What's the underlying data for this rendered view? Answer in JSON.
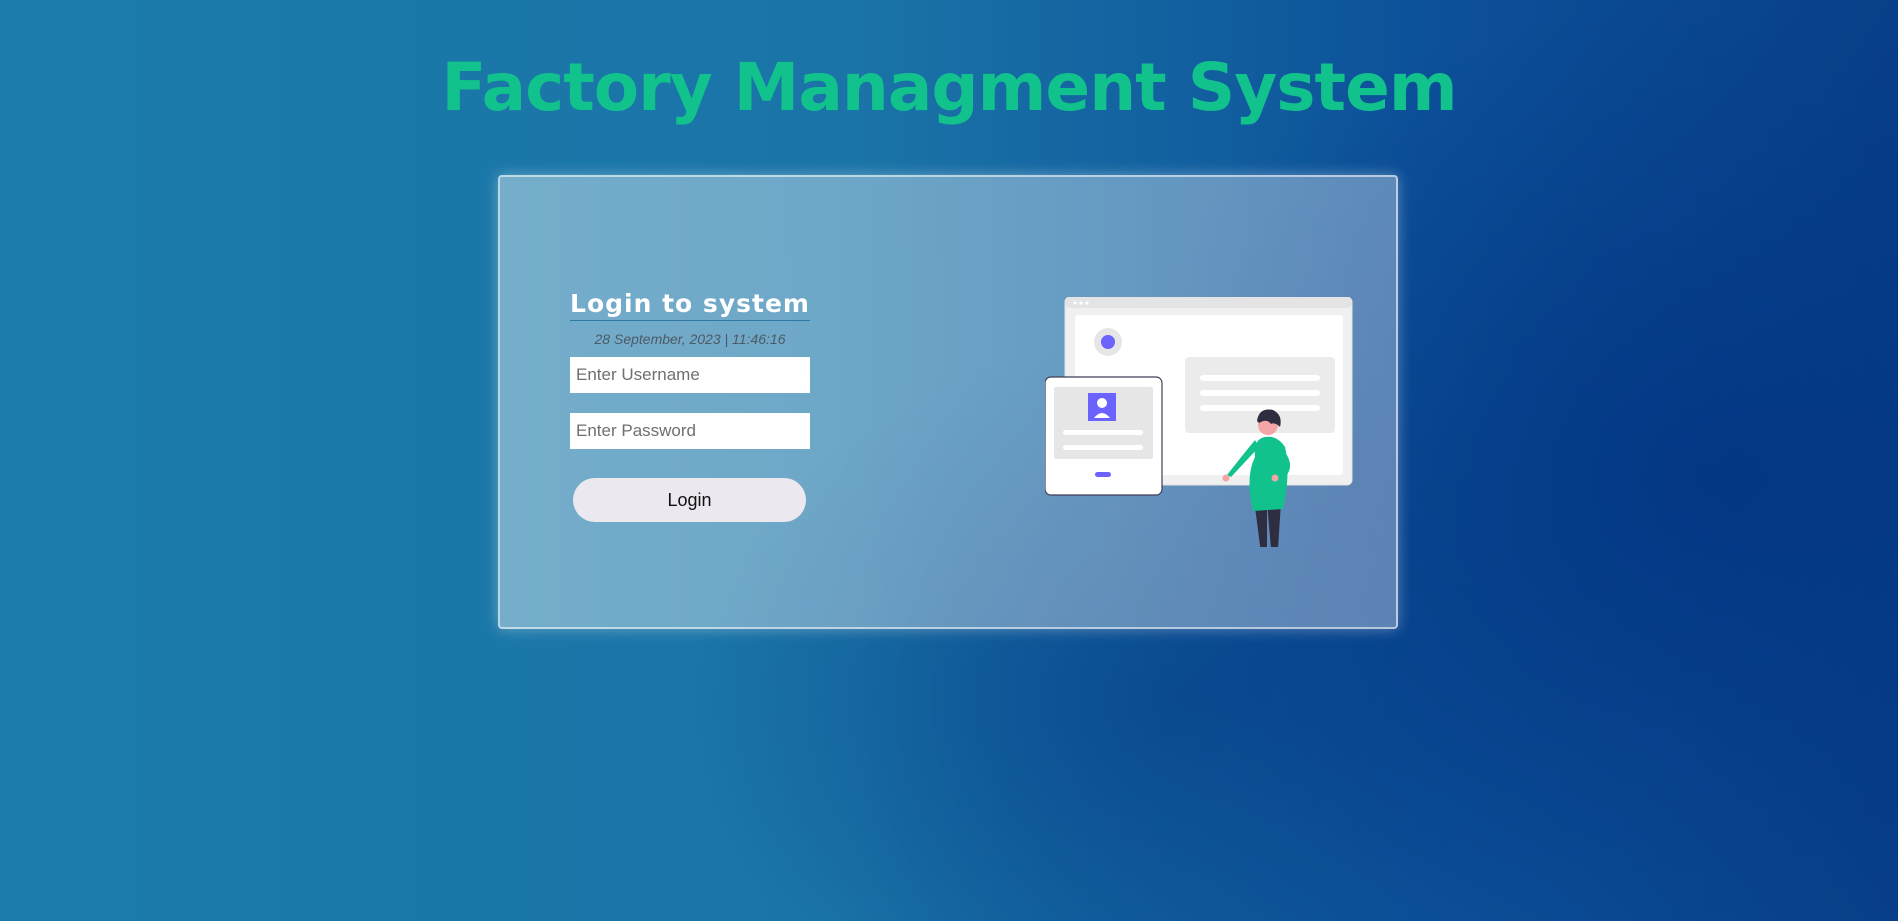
{
  "header": {
    "title": "Factory Managment System"
  },
  "login": {
    "heading": "Login to system",
    "datetime": "28 September, 2023 | 11:46:16",
    "username_placeholder": "Enter Username",
    "password_placeholder": "Enter Password",
    "button_label": "Login"
  },
  "colors": {
    "title": "#12c28c",
    "accent_purple": "#6c63ff",
    "accent_green": "#12c28c"
  },
  "icons": {
    "illustration": "person-at-login-screen-illustration"
  }
}
